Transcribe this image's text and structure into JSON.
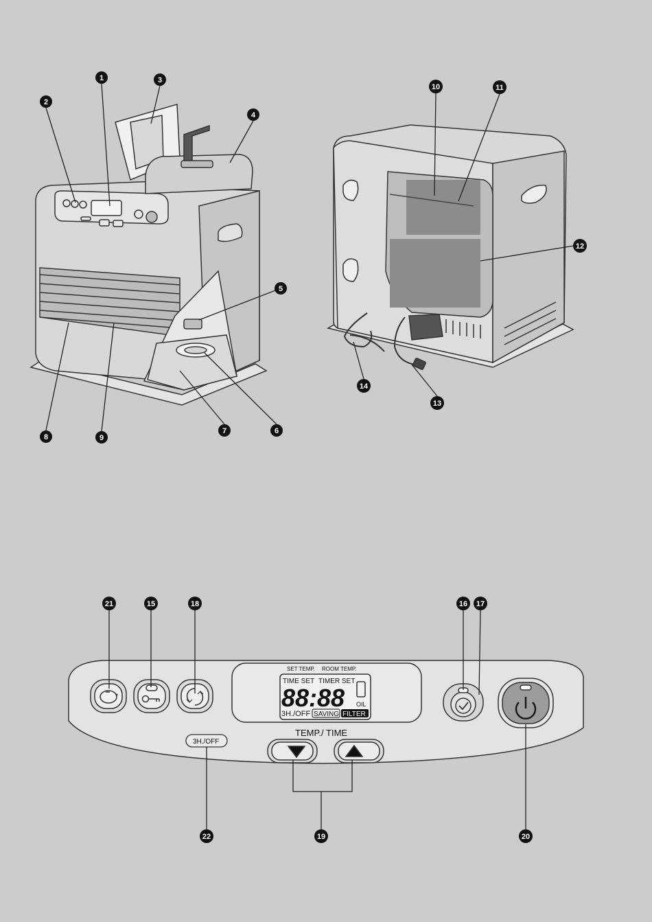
{
  "callouts": {
    "c1": "1",
    "c2": "2",
    "c3": "3",
    "c4": "4",
    "c5": "5",
    "c6": "6",
    "c7": "7",
    "c8": "8",
    "c9": "9",
    "c10": "10",
    "c11": "11",
    "c12": "12",
    "c13": "13",
    "c14": "14",
    "c15": "15",
    "c16": "16",
    "c17": "17",
    "c18": "18",
    "c19": "19",
    "c20": "20",
    "c21": "21",
    "c22": "22"
  },
  "panel": {
    "lcd_top_left": "SET TEMP.",
    "lcd_top_right": "ROOM TEMP.",
    "lcd_time_set": "TIME SET",
    "lcd_timer_set": "TIMER SET",
    "lcd_digits": "88:88",
    "lcd_oil": "OIL",
    "lcd_3h_off": "3H./OFF",
    "lcd_saving": "SAVING",
    "lcd_filter": "FILTER",
    "temp_time_label": "TEMP./ TIME",
    "off_3h_label": "3H./OFF"
  },
  "colors": {
    "background": "#cbcccb",
    "outline": "#333333",
    "callout_fill": "#111111"
  }
}
